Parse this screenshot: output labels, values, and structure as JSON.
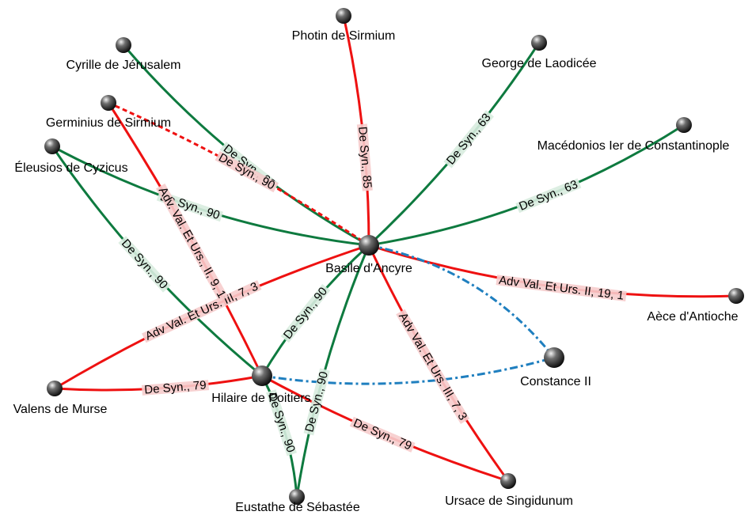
{
  "colors": {
    "green": "#0e7a3f",
    "red": "#ee1111",
    "blue": "#1f7fbf",
    "label_halo": "#d8ecdf",
    "label_halo_red": "#f6cccc",
    "node_dark": "#111111",
    "node_light": "#dddddd"
  },
  "nodes": [
    {
      "id": "basile",
      "label": "Basile d'Ancyre"
    },
    {
      "id": "photin",
      "label": "Photin de Sirmium"
    },
    {
      "id": "cyrille",
      "label": "Cyrille de Jérusalem"
    },
    {
      "id": "george",
      "label": "George de Laodicée"
    },
    {
      "id": "germinius",
      "label": "Germinius de Sirmium"
    },
    {
      "id": "macedonios",
      "label": "Macédonios Ier de Constantinople"
    },
    {
      "id": "eleusios",
      "label": "Éleusios de Cyzicus"
    },
    {
      "id": "aece",
      "label": "Aèce d'Antioche"
    },
    {
      "id": "constance",
      "label": "Constance II"
    },
    {
      "id": "hilaire",
      "label": "Hilaire de Poitiers"
    },
    {
      "id": "valens",
      "label": "Valens de Murse"
    },
    {
      "id": "eustathe",
      "label": "Eustathe de Sébastée"
    },
    {
      "id": "ursace",
      "label": "Ursace de Singidunum"
    }
  ],
  "edges": [
    {
      "from": "basile",
      "to": "photin",
      "color": "red",
      "style": "solid",
      "label": "De Syn., 85"
    },
    {
      "from": "basile",
      "to": "cyrille",
      "color": "green",
      "style": "solid",
      "label": "De Syn., 63"
    },
    {
      "from": "basile",
      "to": "george",
      "color": "green",
      "style": "solid",
      "label": "De Syn., 63"
    },
    {
      "from": "basile",
      "to": "germinius",
      "color": "red",
      "style": "dashed",
      "label": "De Syn., 90"
    },
    {
      "from": "basile",
      "to": "macedonios",
      "color": "green",
      "style": "solid",
      "label": "De Syn., 63"
    },
    {
      "from": "basile",
      "to": "eleusios",
      "color": "green",
      "style": "solid",
      "label": "De Syn., 90"
    },
    {
      "from": "basile",
      "to": "aece",
      "color": "red",
      "style": "solid",
      "label": "Adv Val. Et Urs. II, 19, 1"
    },
    {
      "from": "basile",
      "to": "constance",
      "color": "blue",
      "style": "dashdot",
      "label": ""
    },
    {
      "from": "basile",
      "to": "hilaire",
      "color": "green",
      "style": "solid",
      "label": "De Syn., 90"
    },
    {
      "from": "basile",
      "to": "valens",
      "color": "red",
      "style": "solid",
      "label": "Adv Val. Et Urs. III, 7, 3"
    },
    {
      "from": "basile",
      "to": "eustathe",
      "color": "green",
      "style": "solid",
      "label": "De Syn., 90"
    },
    {
      "from": "basile",
      "to": "ursace",
      "color": "red",
      "style": "solid",
      "label": "Adv Val. Et Urs. III, 7, 3"
    },
    {
      "from": "hilaire",
      "to": "germinius",
      "color": "red",
      "style": "solid",
      "label": "Adv. Val. Et Urs., II, 9, 1"
    },
    {
      "from": "hilaire",
      "to": "eleusios",
      "color": "green",
      "style": "solid",
      "label": "De Syn., 90"
    },
    {
      "from": "hilaire",
      "to": "valens",
      "color": "red",
      "style": "solid",
      "label": "De Syn., 79"
    },
    {
      "from": "hilaire",
      "to": "eustathe",
      "color": "green",
      "style": "solid",
      "label": "De Syn., 90"
    },
    {
      "from": "hilaire",
      "to": "ursace",
      "color": "red",
      "style": "solid",
      "label": "De Syn., 79"
    },
    {
      "from": "hilaire",
      "to": "constance",
      "color": "blue",
      "style": "dashdot",
      "label": ""
    }
  ]
}
